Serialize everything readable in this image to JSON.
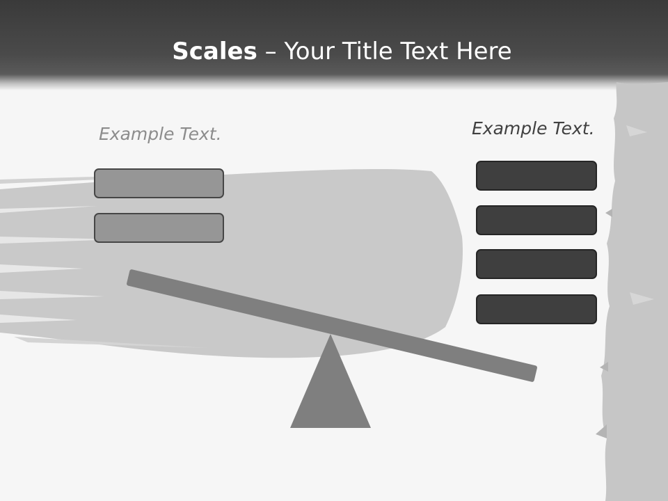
{
  "slide": {
    "title_bold": "Scales",
    "title_rest": " – Your Title Text Here",
    "left_label": "Example Text.",
    "right_label": "Example Text.",
    "left_box_count": 2,
    "right_box_count": 4
  },
  "colors": {
    "header": "#3a3a3a",
    "background": "#f6f6f6",
    "brush": "#c8c8c8",
    "beam": "#7f7f7f",
    "left_box_fill": "#969696",
    "right_box_fill": "#3f3f3f"
  }
}
